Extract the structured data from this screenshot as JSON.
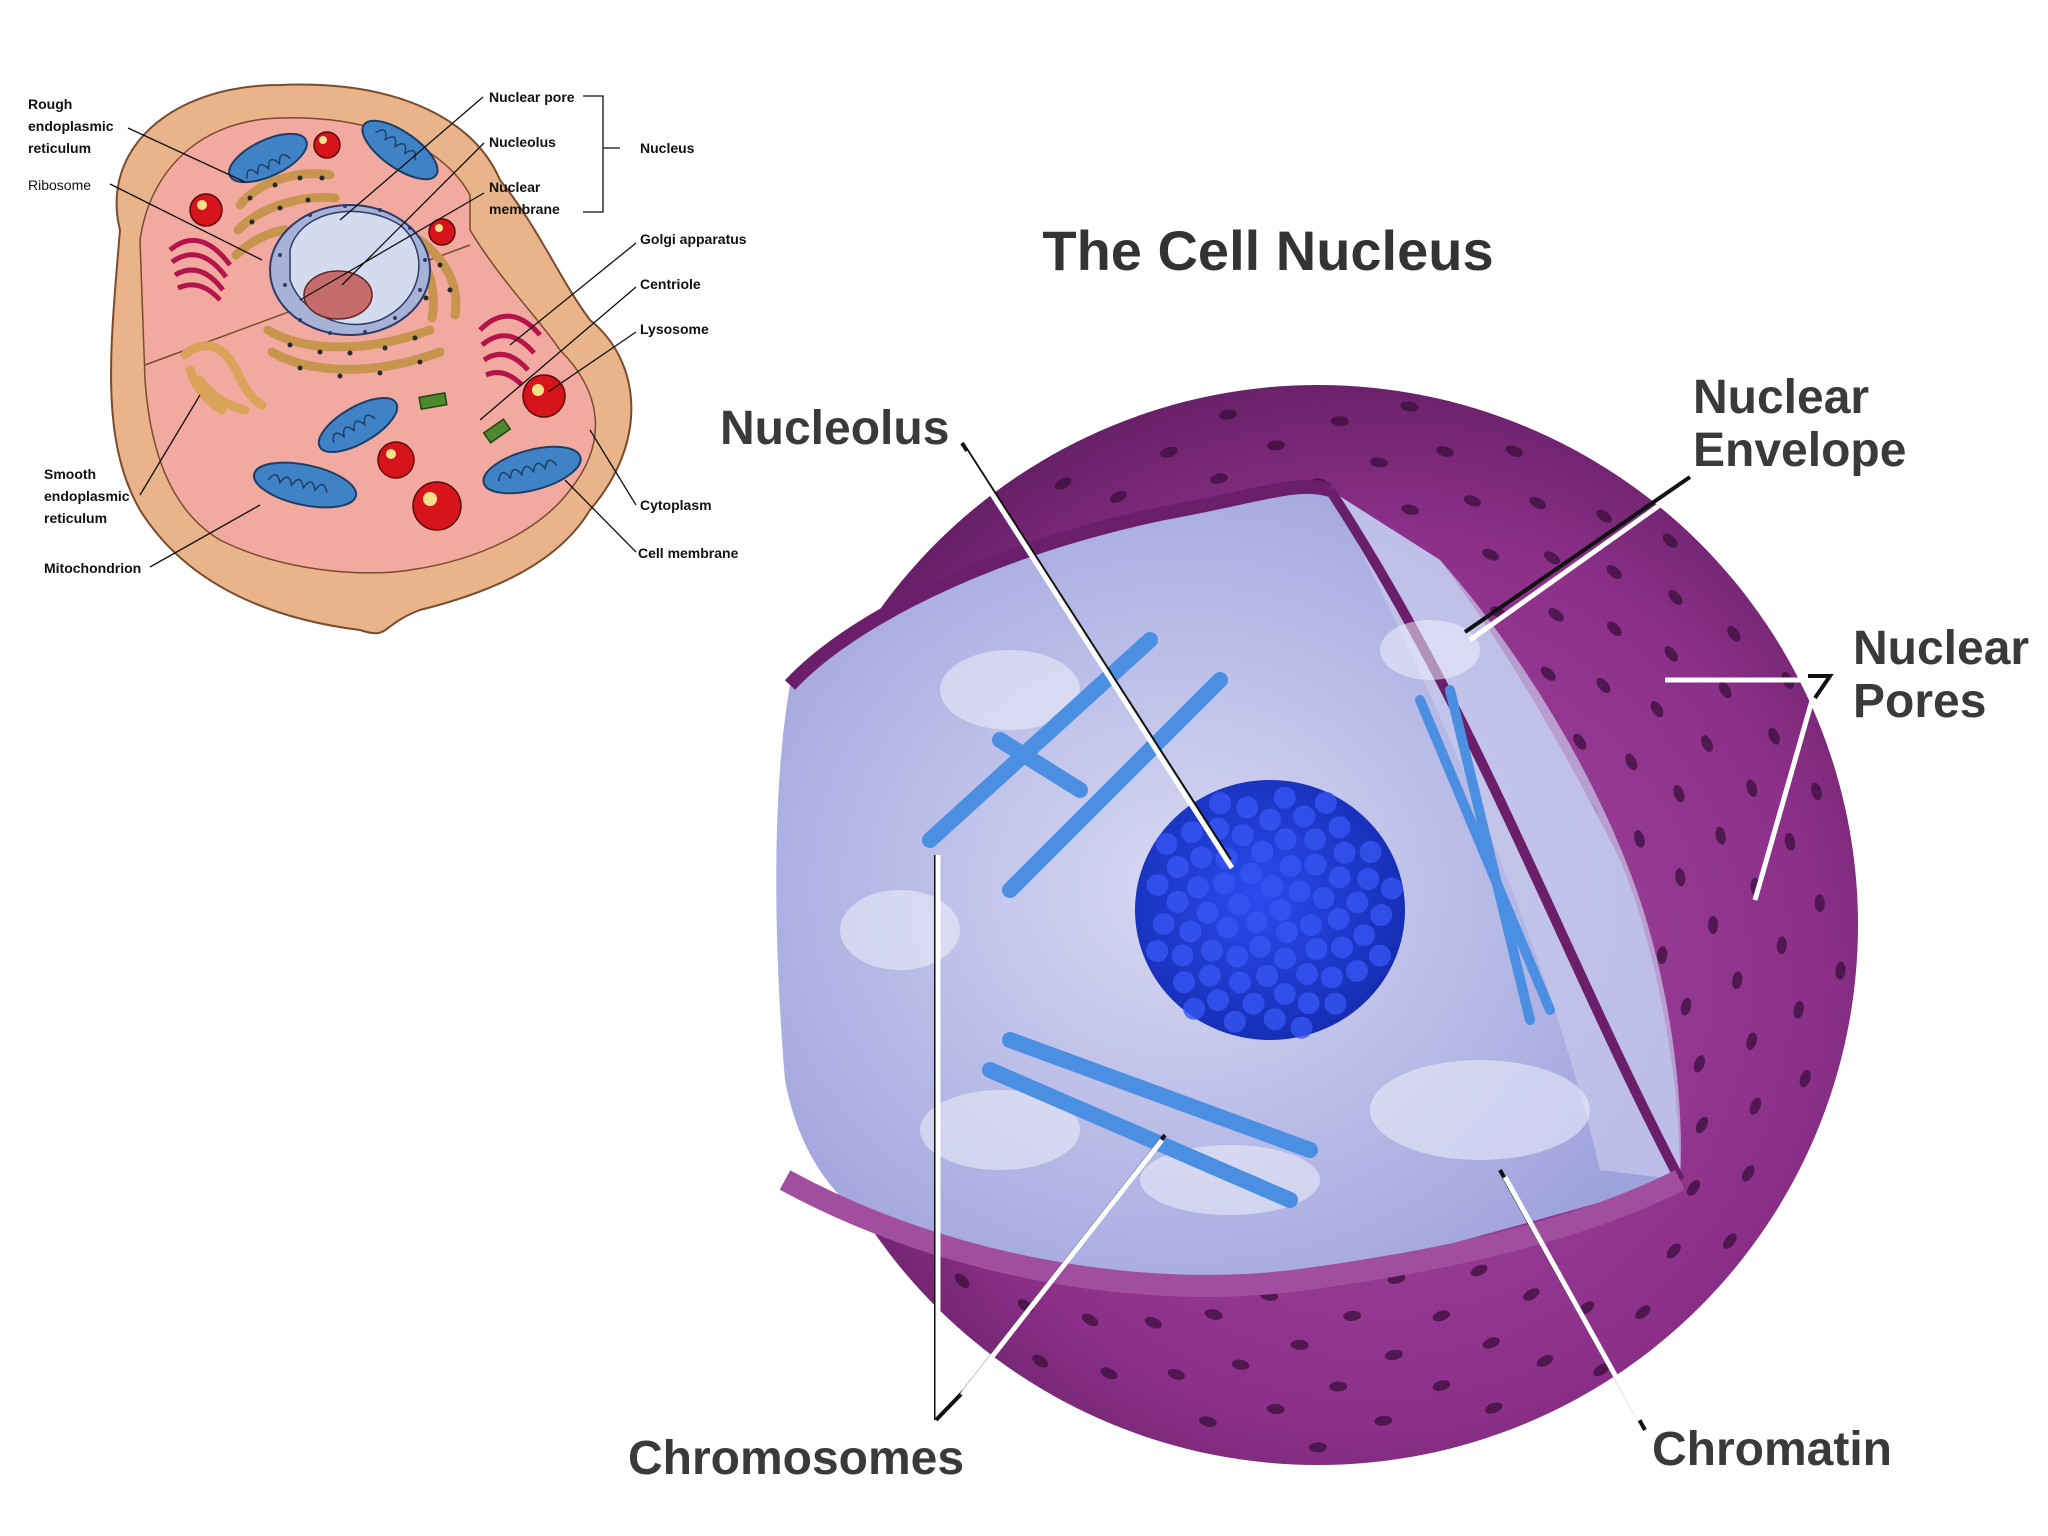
{
  "cell_diagram": {
    "labels": {
      "rough_er": [
        "Rough",
        "endoplasmic",
        "reticulum"
      ],
      "ribosome": "Ribosome",
      "smooth_er": [
        "Smooth",
        "endoplasmic",
        "reticulum"
      ],
      "mitochondrion": "Mitochondrion",
      "nuclear_pore": "Nuclear pore",
      "nucleolus": "Nucleolus",
      "nuclear_membrane": [
        "Nuclear",
        "membrane"
      ],
      "nucleus": "Nucleus",
      "golgi": "Golgi apparatus",
      "centriole": "Centriole",
      "lysosome": "Lysosome",
      "cytoplasm": "Cytoplasm",
      "cell_membrane": "Cell membrane"
    },
    "colors": {
      "membrane": "#e9b48a",
      "cytoplasm": "#f2a9a0",
      "mitochondria": "#3f83c6",
      "lysosome": "#d7141b",
      "golgi": "#d9b06a",
      "nucleus": "#8ba0c8"
    }
  },
  "nucleus_diagram": {
    "title": "The Cell Nucleus",
    "labels": {
      "nucleolus": "Nucleolus",
      "nuclear_envelope": [
        "Nuclear",
        "Envelope"
      ],
      "nuclear_pores": [
        "Nuclear",
        "Pores"
      ],
      "chromosomes": "Chromosomes",
      "chromatin": "Chromatin"
    },
    "colors": {
      "envelope": "#8a2f86",
      "interior": "#b6b8e6",
      "nucleolus": "#1f3fd6",
      "chromosome": "#4b8fe3"
    }
  }
}
